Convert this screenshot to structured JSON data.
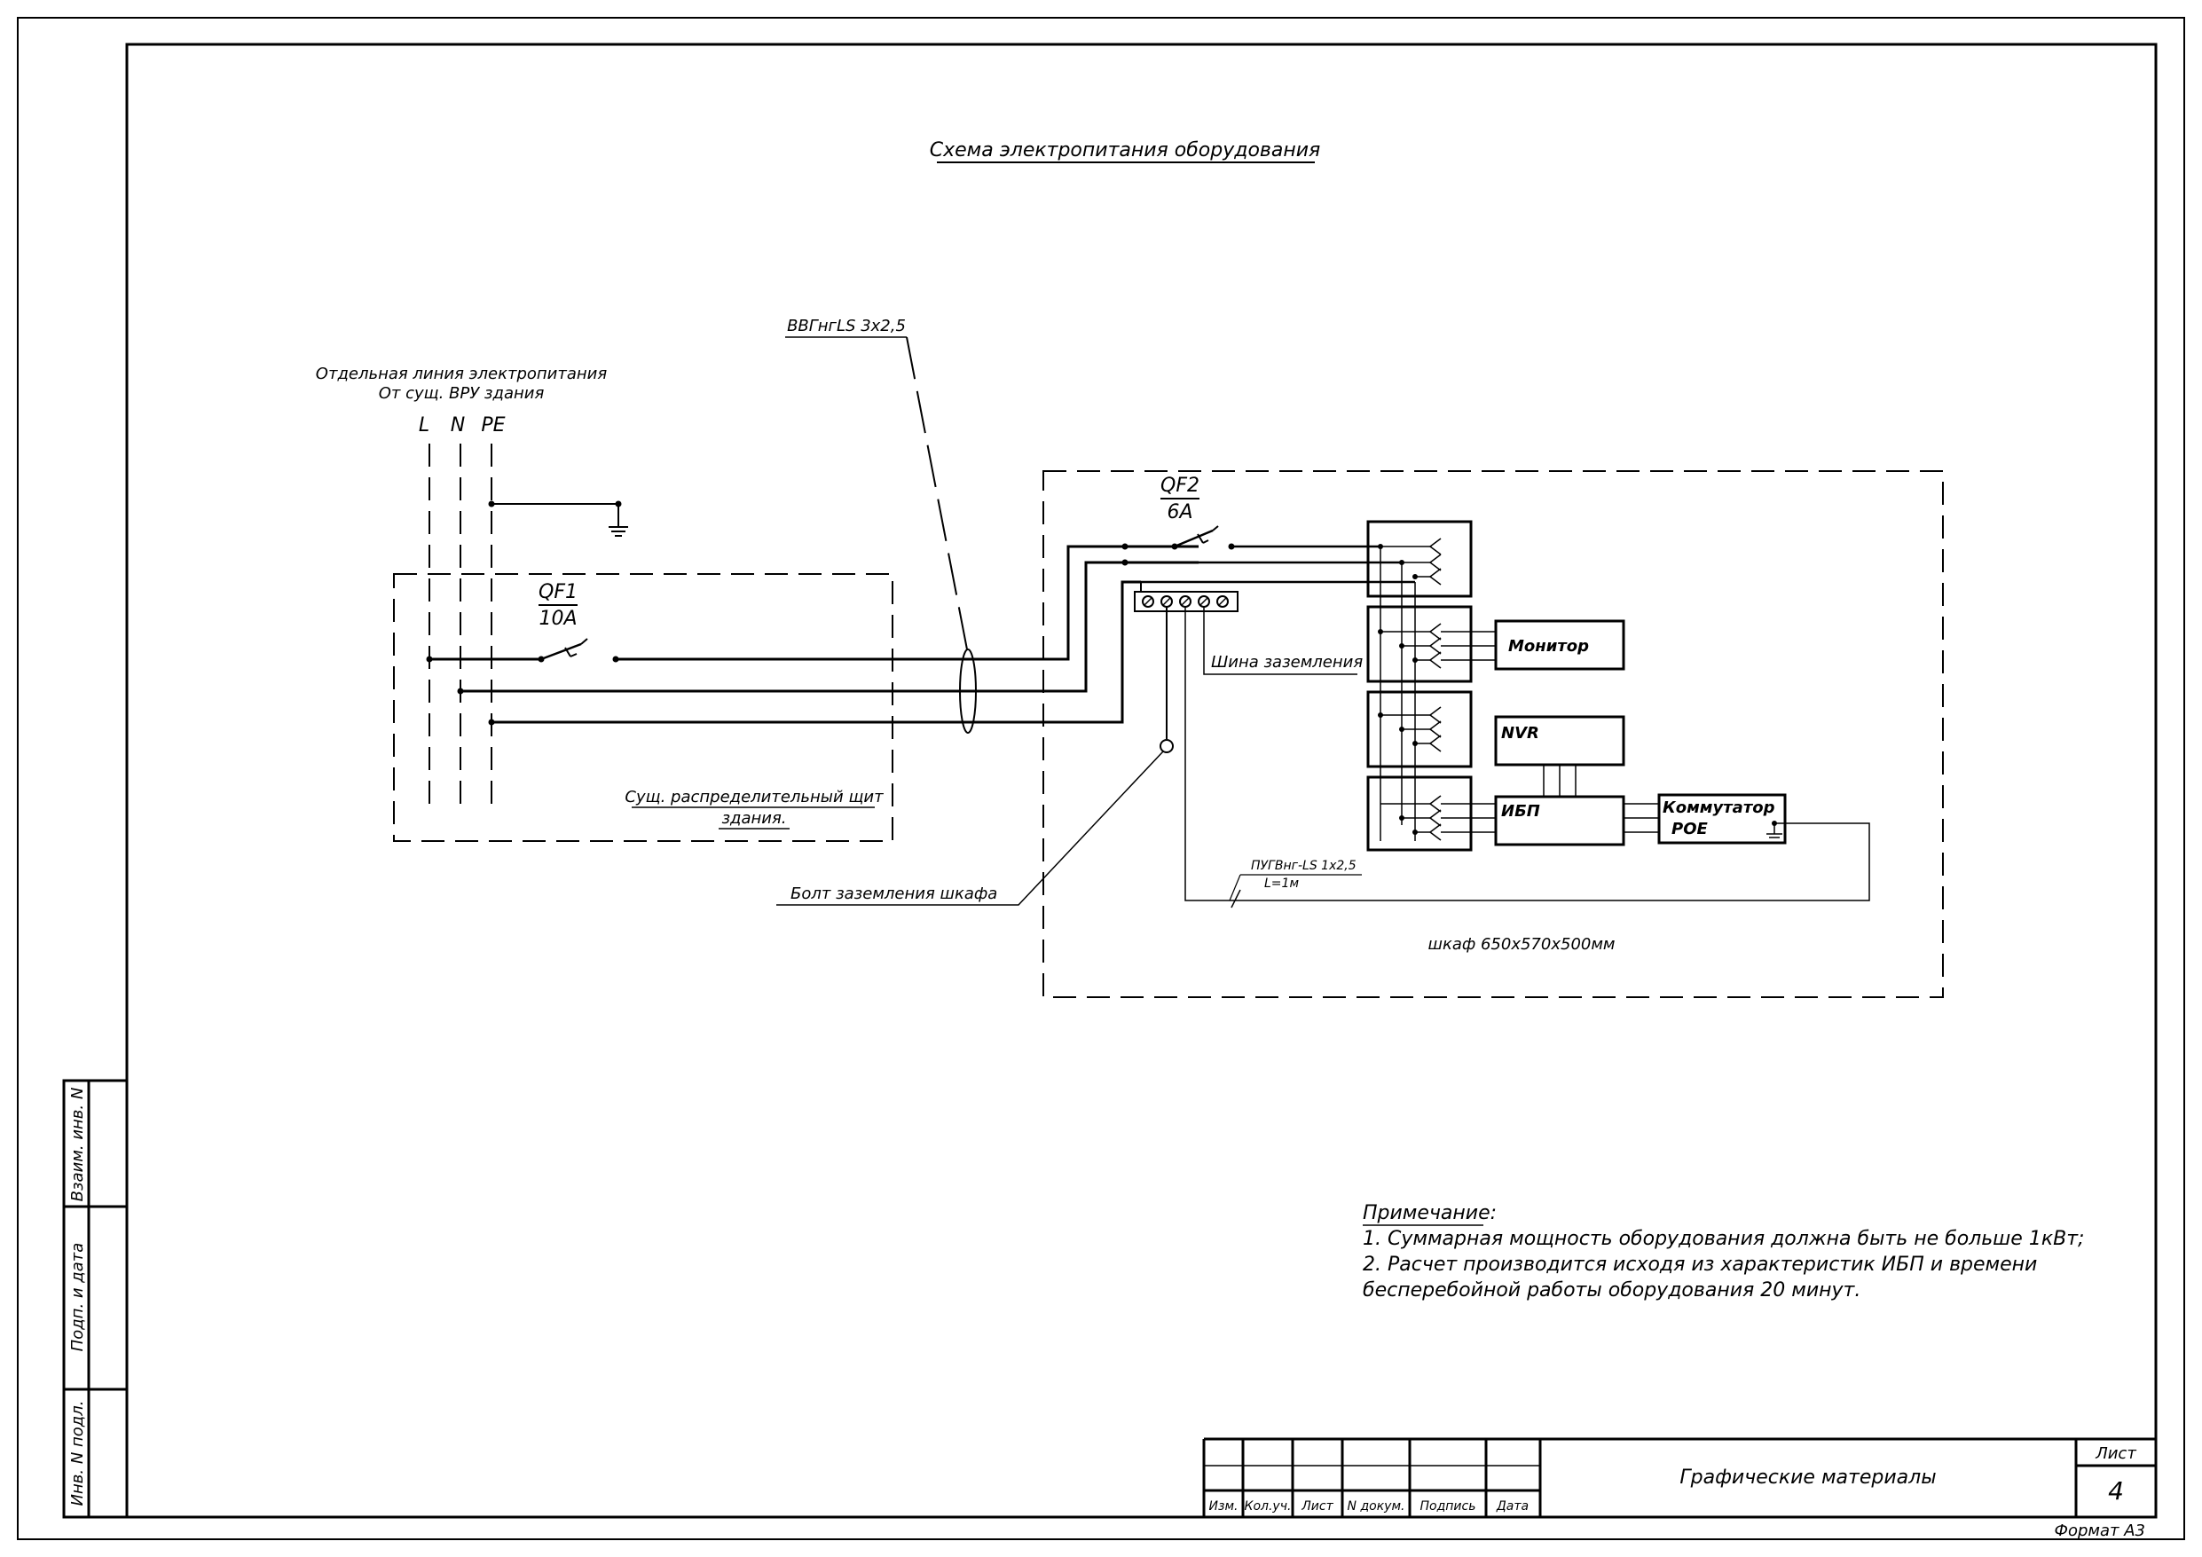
{
  "title": "Схема электропитания оборудования",
  "supply": {
    "line1": "Отдельная линия электропитания",
    "line2": "От сущ. ВРУ здания",
    "phase_L": "L",
    "phase_N": "N",
    "phase_PE": "PE"
  },
  "cable_main": "ВВГнгLS 3х2,5",
  "qf1": {
    "name": "QF1",
    "rating": "10А"
  },
  "qf2": {
    "name": "QF2",
    "rating": "6А"
  },
  "panel_label": {
    "line1": "Сущ. распределительный щит",
    "line2": "здания."
  },
  "ground_bus_label": "Шина заземления",
  "ground_bolt_label": "Болт заземления шкафа",
  "devices": {
    "monitor": "Монитор",
    "nvr": "NVR",
    "ups": "ИБП",
    "switch_line1": "Коммутатор",
    "switch_line2": "POE"
  },
  "cable_pe": {
    "type": "ПУГВнг-LS 1х2,5",
    "length": "L=1м"
  },
  "cabinet_label": "шкаф 650х570х500мм",
  "note": {
    "heading": "Примечание:",
    "line1": "1. Суммарная мощность оборудования должна быть не больше 1кВт;",
    "line2": "2. Расчет производится исходя из характеристик ИБП и времени",
    "line3": "бесперебойной работы оборудования 20 минут."
  },
  "side_stamp": {
    "cell1": "Взаим. инв. N",
    "cell2": "Подп. и дата",
    "cell3": "Инв. N подл."
  },
  "title_block": {
    "headers": [
      "Изм.",
      "Кол.уч.",
      "Лист",
      "N докум.",
      "Подпись",
      "Дата"
    ],
    "document_name": "Графические материалы",
    "sheet_label": "Лист",
    "sheet_number": "4"
  },
  "format_label": "Формат А3"
}
